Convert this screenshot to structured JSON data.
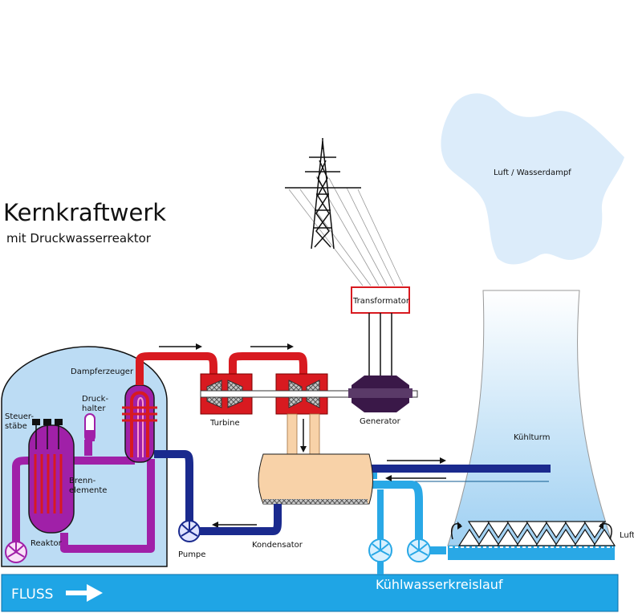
{
  "title": "Kernkraftwerk",
  "subtitle": "mit Druckwasserreaktor",
  "labels": {
    "steam_generator": "Dampferzeuger",
    "pressurizer_1": "Druck-",
    "pressurizer_2": "halter",
    "control_rods_1": "Steuer-",
    "control_rods_2": "stäbe",
    "fuel_1": "Brenn-",
    "fuel_2": "elemente",
    "reactor": "Reaktor",
    "pump": "Pumpe",
    "condenser": "Kondensator",
    "turbine": "Turbine",
    "generator": "Generator",
    "transformer": "Transformator",
    "cooling_tower": "Kühlturm",
    "steam_cloud": "Luft / Wasserdampf",
    "air": "Luft",
    "cooling_loop": "Kühlwasserkreislauf",
    "river": "FLUSS"
  },
  "colors": {
    "primary_loop": "#a020a8",
    "steam_loop": "#d81a20",
    "feedwater_loop": "#1a2a8e",
    "cooling_loop": "#29a8e6",
    "containment": "#bcdcf4",
    "river": "#1fa5e5",
    "condenser": "#f8d2a8",
    "generator": "#3a1848",
    "cloud": "#dcecfa"
  }
}
